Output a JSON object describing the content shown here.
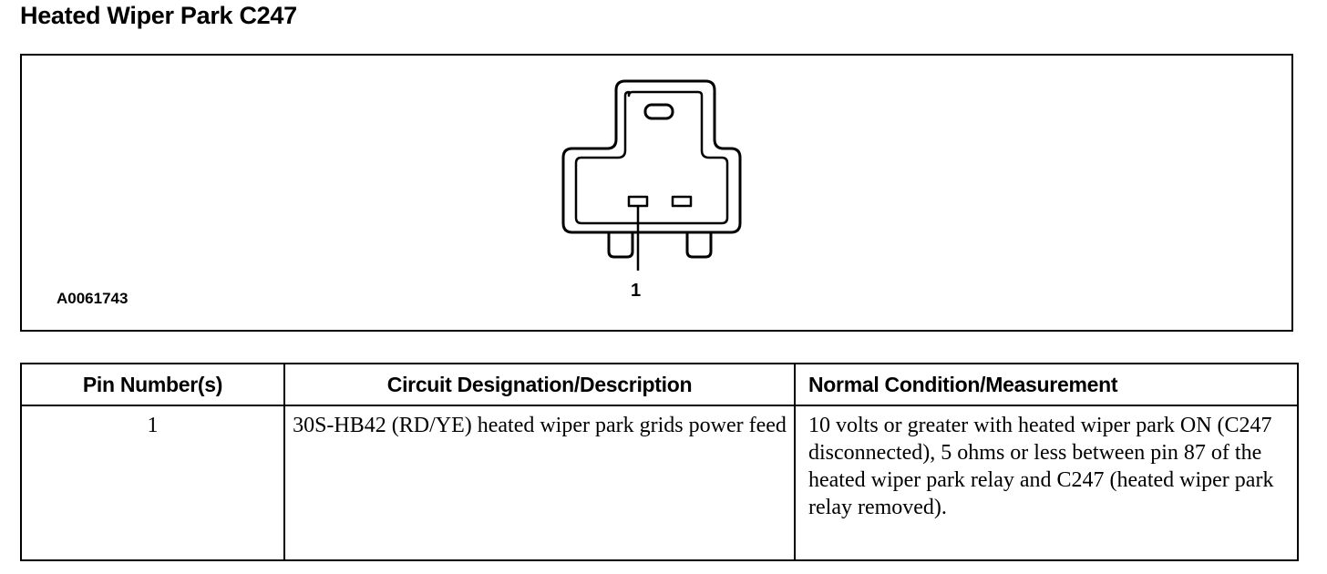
{
  "page": {
    "title": "Heated Wiper Park C247"
  },
  "figure": {
    "figure_id": "A0061743",
    "pin_callout": "1",
    "connector_icon": "connector-face-2-pin-diagram"
  },
  "table": {
    "headers": {
      "pin": "Pin Number(s)",
      "circuit": "Circuit Designation/Description",
      "condition": "Normal Condition/Measurement"
    },
    "rows": [
      {
        "pin": "1",
        "circuit": "30S-HB42 (RD/YE) heated wiper park grids power feed",
        "condition": "10 volts or greater with heated wiper park ON (C247 disconnected), 5 ohms or less between pin 87 of the heated wiper park relay and C247 (heated wiper park relay removed)."
      }
    ]
  }
}
